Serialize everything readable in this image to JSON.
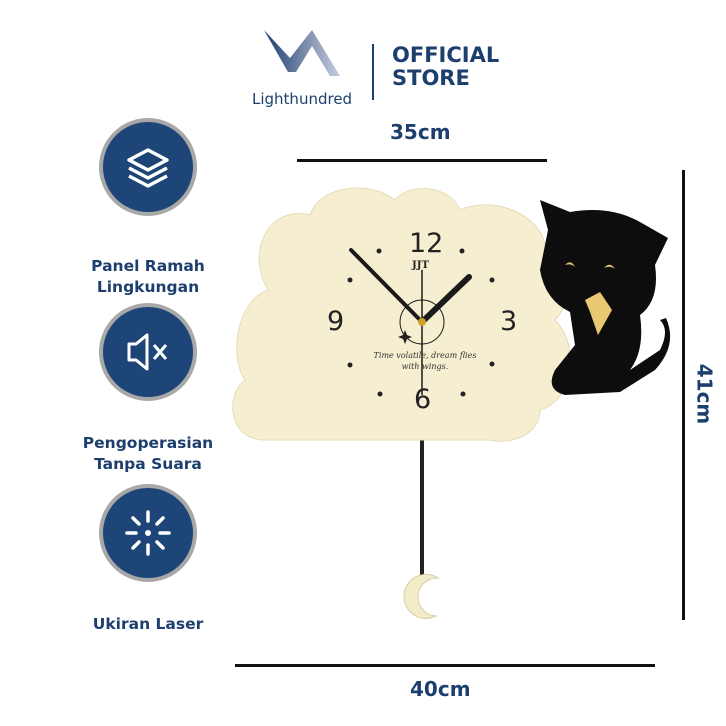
{
  "brand": {
    "logo_text": "Lighthundred",
    "store_label_line1": "OFFICIAL",
    "store_label_line2": "STORE"
  },
  "colors": {
    "navy": "#1d4577",
    "ring": "#a8a8a8",
    "cloud": "#f6eed0",
    "text": "#1d3f6e"
  },
  "features": [
    {
      "icon": "layers-icon",
      "label_line1": "Panel Ramah",
      "label_line2": "Lingkungan"
    },
    {
      "icon": "speaker-mute-icon",
      "label_line1": "Pengoperasian",
      "label_line2": "Tanpa Suara"
    },
    {
      "icon": "laser-burst-icon",
      "label_line1": "Ukiran Laser"
    }
  ],
  "dimensions": {
    "top": "35cm",
    "right": "41cm",
    "bottom": "40cm"
  },
  "clock": {
    "n12": "12",
    "n3": "3",
    "n6": "6",
    "n9": "9",
    "brand_mark": "JJT",
    "quote_line1": "Time volatile, dream flies",
    "quote_line2": "with wings."
  }
}
